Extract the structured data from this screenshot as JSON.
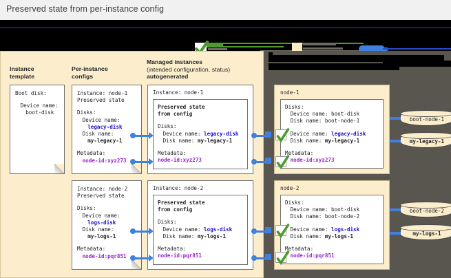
{
  "title": "Preserved state from per-instance config",
  "legend": {
    "note": "redacted banner strip",
    "check_icon": "check-icon",
    "swatch_beige": "#faeac4",
    "swatch_blue": "#3f7fe0",
    "swatch_green": "#4e9a2f"
  },
  "colors": {
    "panel_left_bg": "#fceecc",
    "panel_right_bg": "#595650",
    "accent_blue": "#1a0dcf",
    "accent_purple": "#9b1fd6",
    "connector_blue": "#3f7fe0",
    "check_green": "#4e9a2f"
  },
  "columns": {
    "instance_template": {
      "line1": "Instance",
      "line2": "template"
    },
    "per_instance_configs": {
      "line1": "Per-instance",
      "line2": "configs"
    },
    "managed_instances": {
      "line1": "Managed instances",
      "line2": "(intended configuration, status)",
      "line3": "autogenerated"
    }
  },
  "instance_template": {
    "boot_disk_label": "Boot disk:",
    "device_name_label": "Device name:",
    "device_name_value": "boot-disk"
  },
  "per_instance_configs": [
    {
      "instance": "Instance: node-1",
      "preserved": "Preserved state",
      "disks_label": "Disks:",
      "device_name_label": "Device name:",
      "device_name_value": "legacy-disk",
      "disk_name_label": "Disk name:",
      "disk_name_value": "my-legacy-1",
      "metadata_label": "Metadata:",
      "metadata_value": "node-id:xyz273"
    },
    {
      "instance": "Instance: node-2",
      "preserved": "Preserved state",
      "disks_label": "Disks:",
      "device_name_label": "Device name:",
      "device_name_value": "logs-disk",
      "disk_name_label": "Disk name:",
      "disk_name_value": "my-logs-1",
      "metadata_label": "Metadata:",
      "metadata_value": "node-id:pqr851"
    }
  ],
  "managed_instances": [
    {
      "instance": "Instance: node-1",
      "preserved_l1": "Preserved state",
      "preserved_l2": "from config",
      "disks_label": "Disks:",
      "device_name_label": "Device name:",
      "device_name_value": "legacy-disk",
      "disk_name_label": "Disk name:",
      "disk_name_value": "my-legacy-1",
      "metadata_label": "Metadata:",
      "metadata_value": "node-id:xyz273"
    },
    {
      "instance": "Instance: node-2",
      "preserved_l1": "Preserved state",
      "preserved_l2": "from config",
      "disks_label": "Disks:",
      "device_name_label": "Device name:",
      "device_name_value": "logs-disk",
      "disk_name_label": "Disk name:",
      "disk_name_value": "my-logs-1",
      "metadata_label": "Metadata:",
      "metadata_value": "node-id:pqr851"
    }
  ],
  "nodes": [
    {
      "name": "node-1",
      "disks_label": "Disks:",
      "boot_device_label": "Device name: boot-disk",
      "boot_disk_label": "Disk name: boot-node-1",
      "extra_device_label": "Device name:",
      "extra_device_value": "legacy-disk",
      "extra_disk_label": "Disk name:",
      "extra_disk_value": "my-legacy-1",
      "metadata_label": "Metadata:",
      "metadata_value": "node-id:xyz273",
      "volumes": [
        {
          "label": "boot-node-1",
          "bold": false
        },
        {
          "label": "my-legacy-1",
          "bold": true
        }
      ]
    },
    {
      "name": "node-2",
      "disks_label": "Disks:",
      "boot_device_label": "Device name: boot-disk",
      "boot_disk_label": "Disk name: boot-node-2",
      "extra_device_label": "Device name:",
      "extra_device_value": "logs-disk",
      "extra_disk_label": "Disk name:",
      "extra_disk_value": "my-logs-1",
      "metadata_label": "Metadata:",
      "metadata_value": "node-id:pqr851",
      "volumes": [
        {
          "label": "boot-node-2",
          "bold": false
        },
        {
          "label": "my-logs-1",
          "bold": true
        }
      ]
    }
  ]
}
